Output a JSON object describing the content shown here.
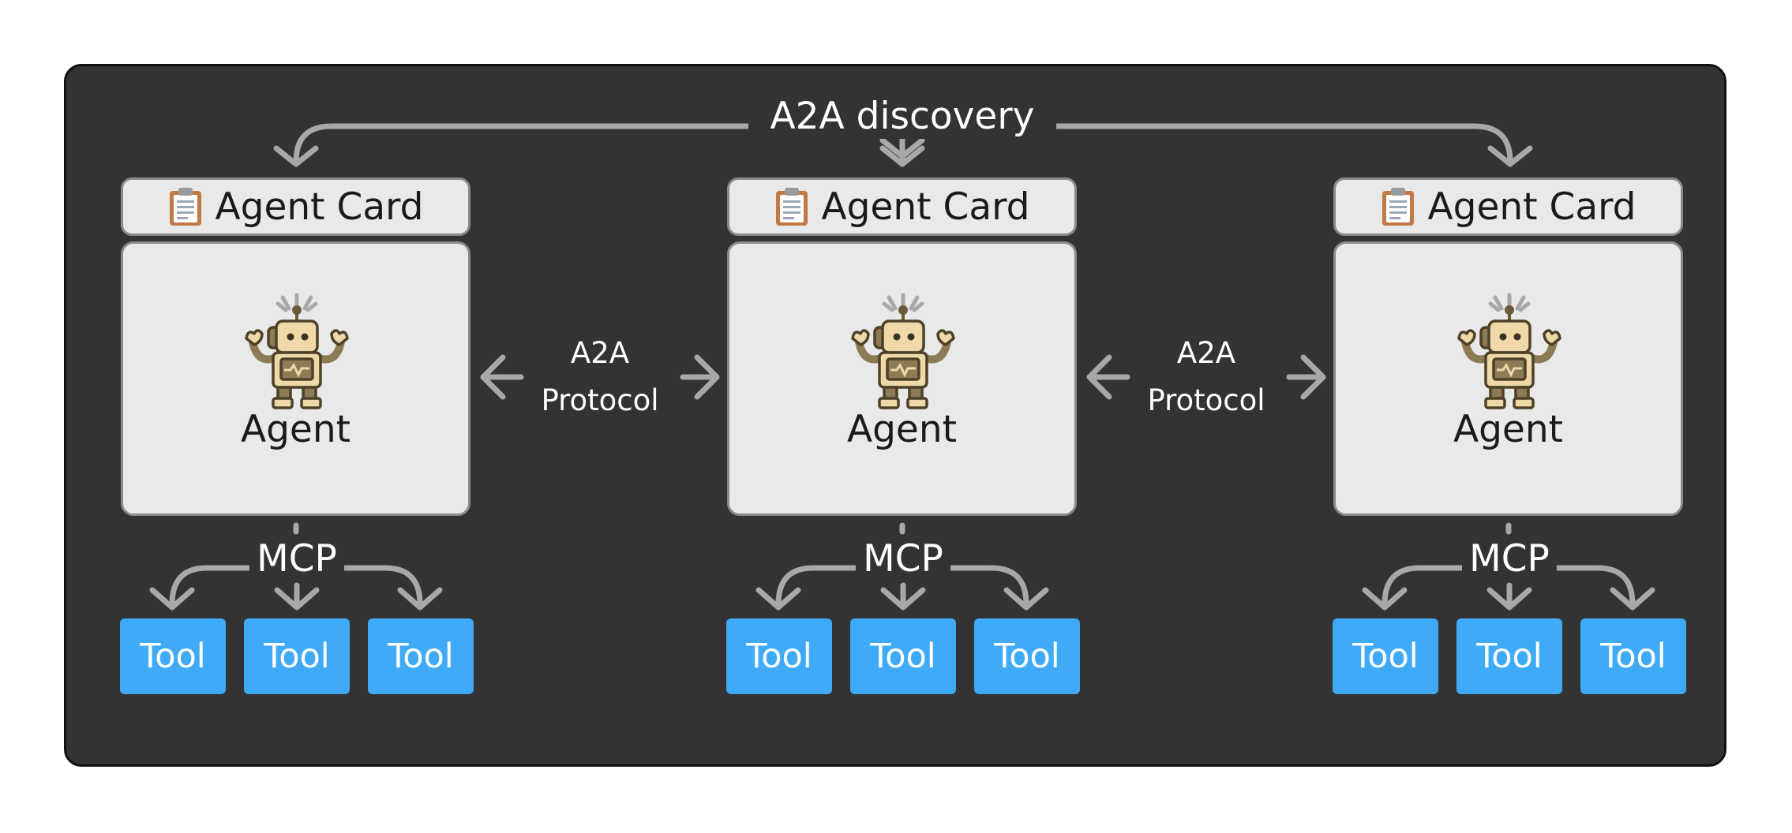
{
  "discovery_label": "A2A discovery",
  "protocol_labels": [
    {
      "line1": "A2A",
      "line2": "Protocol"
    },
    {
      "line1": "A2A",
      "line2": "Protocol"
    }
  ],
  "agents": [
    {
      "card_label": "Agent Card",
      "agent_label": "Agent",
      "mcp_label": "MCP",
      "tools": [
        "Tool",
        "Tool",
        "Tool"
      ]
    },
    {
      "card_label": "Agent Card",
      "agent_label": "Agent",
      "mcp_label": "MCP",
      "tools": [
        "Tool",
        "Tool",
        "Tool"
      ]
    },
    {
      "card_label": "Agent Card",
      "agent_label": "Agent",
      "mcp_label": "MCP",
      "tools": [
        "Tool",
        "Tool",
        "Tool"
      ]
    }
  ],
  "colors": {
    "panel": "#333333",
    "card": "#e9e9e9",
    "tool": "#3fabf8",
    "arrow": "#a8a8a8"
  },
  "icons": {
    "card": "clipboard-icon",
    "agent": "robot-icon"
  }
}
